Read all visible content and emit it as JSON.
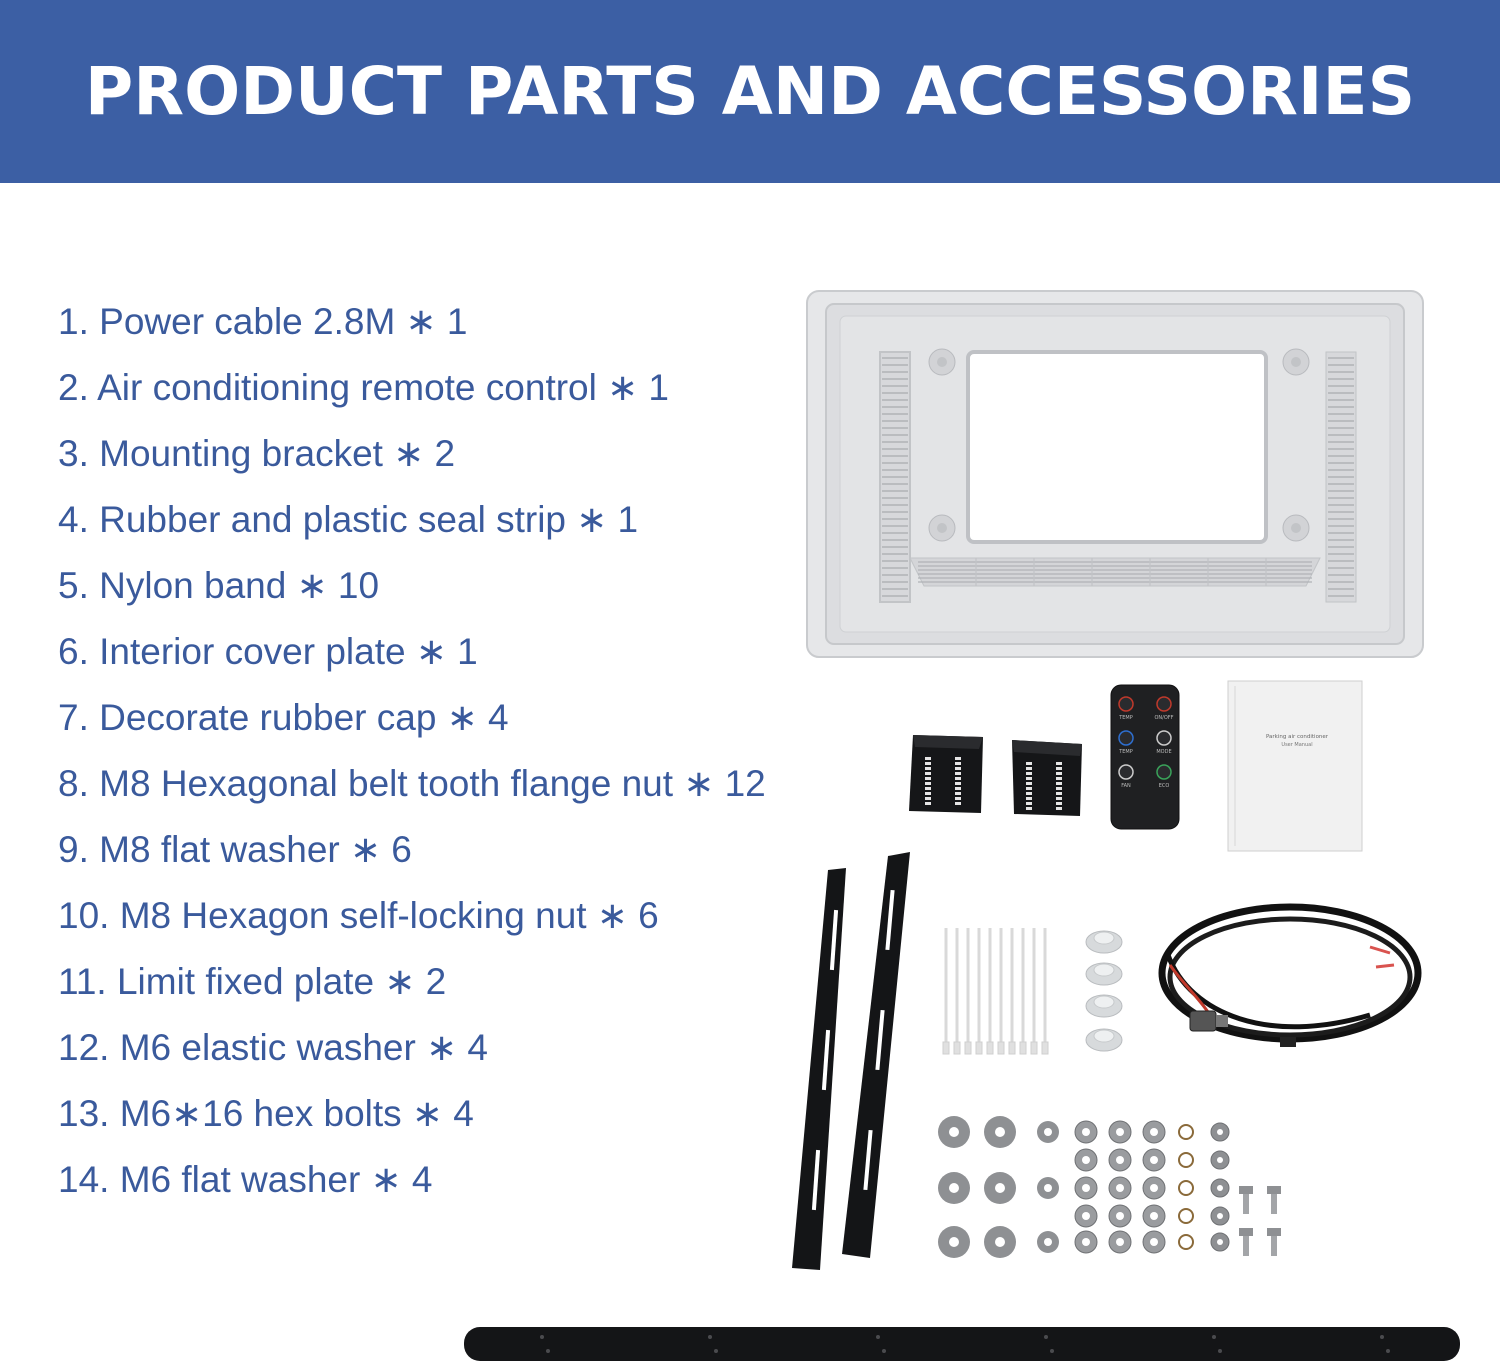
{
  "header": {
    "title": "PRODUCT PARTS AND ACCESSORIES",
    "background_color": "#3c5fa4",
    "text_color": "#ffffff"
  },
  "parts": [
    "1. Power cable 2.8M ∗ 1",
    "2. Air conditioning remote control ∗ 1",
    "3. Mounting bracket ∗ 2",
    "4. Rubber and plastic seal strip ∗ 1",
    "5. Nylon band ∗ 10",
    "6. Interior cover plate ∗ 1",
    "7. Decorate rubber cap ∗ 4",
    "8. M8 Hexagonal belt tooth flange nut ∗ 12",
    "9. M8 flat washer ∗ 6",
    "10. M8 Hexagon self-locking nut ∗ 6",
    "11. Limit fixed plate ∗ 2",
    "12. M6 elastic washer ∗ 4",
    "13. M6∗16 hex bolts ∗ 4",
    "14. M6 flat washer ∗ 4"
  ],
  "list_text_color": "#3a5a9c",
  "remote": {
    "buttons": [
      {
        "label": "TEMP",
        "color": "#c0392b"
      },
      {
        "label": "ON/OFF",
        "color": "#c0392b"
      },
      {
        "label": "TEMP",
        "color": "#2e6fd0"
      },
      {
        "label": "MODE",
        "color": "#cccccc"
      },
      {
        "label": "FAN",
        "color": "#cccccc"
      },
      {
        "label": "ECO",
        "color": "#3aa35a"
      }
    ]
  },
  "manual": {
    "title": "Parking air conditioner",
    "subtitle": "User Manual"
  }
}
